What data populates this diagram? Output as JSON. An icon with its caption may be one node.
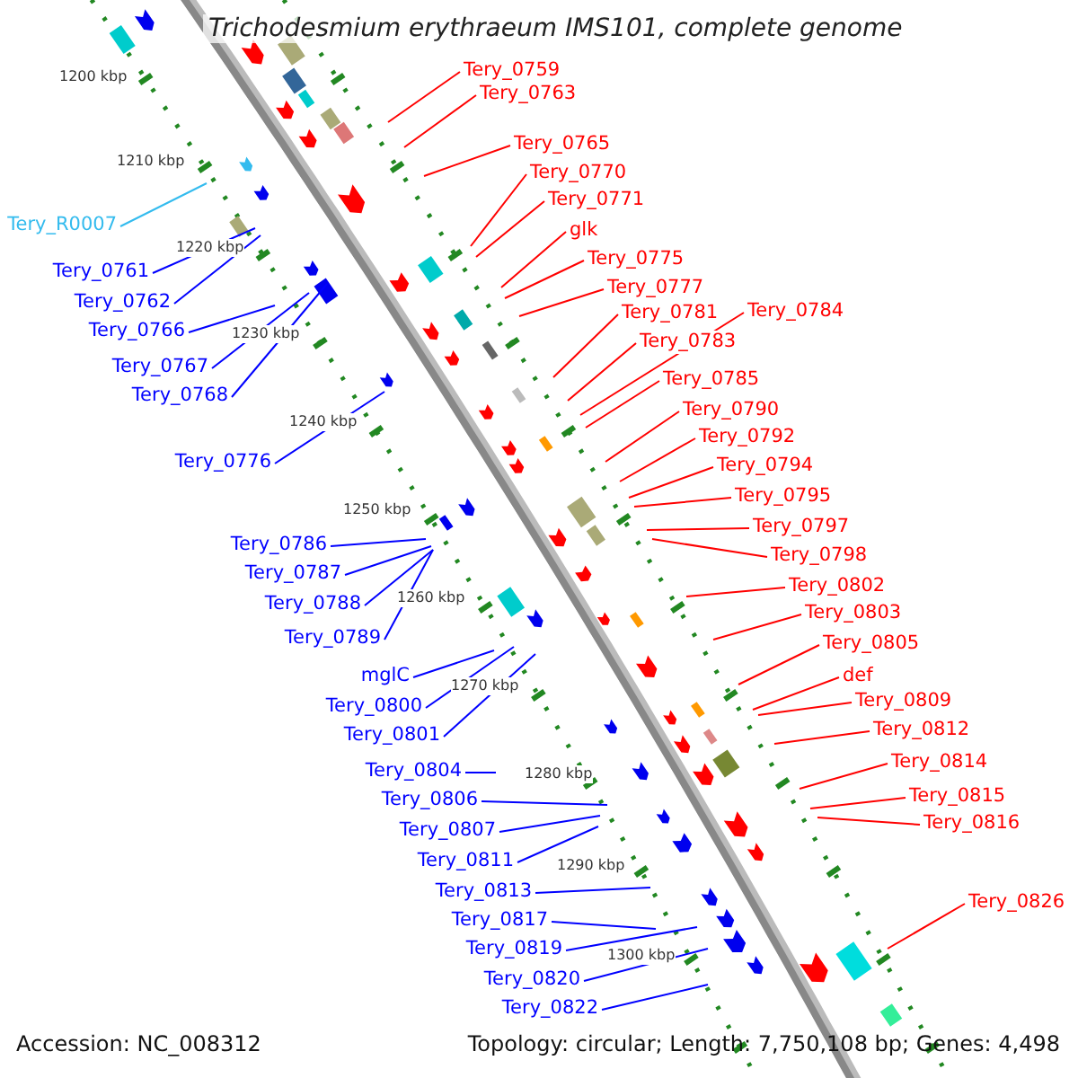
{
  "diagram": {
    "title": "Trichodesmium erythraeum IMS101, complete genome",
    "nodes": [
      {
        "text": [
          "Tery_0759"
        ]
      },
      {
        "text": [
          "Tery_0763"
        ]
      },
      {
        "text": [
          "Tery_0765"
        ]
      },
      {
        "text": [
          "Tery_0770"
        ]
      },
      {
        "text": [
          "Tery_0771"
        ]
      },
      {
        "text": [
          "Tery_R0007"
        ]
      },
      {
        "text": [
          "glk"
        ]
      },
      {
        "text": [
          "Tery_0775"
        ]
      },
      {
        "text": [
          "Tery_0761"
        ]
      },
      {
        "text": [
          "Tery_0777"
        ]
      },
      {
        "text": [
          "Tery_0762"
        ]
      },
      {
        "text": [
          "Tery_0784"
        ]
      },
      {
        "text": [
          "Tery_0781"
        ]
      },
      {
        "text": [
          "Tery_0766"
        ]
      },
      {
        "text": [
          "Tery_0783"
        ]
      },
      {
        "text": [
          "Tery_0767"
        ]
      },
      {
        "text": [
          "Tery_0785"
        ]
      },
      {
        "text": [
          "Tery_0768"
        ]
      },
      {
        "text": [
          "Tery_0790"
        ]
      },
      {
        "text": [
          "Tery_0792"
        ]
      },
      {
        "text": [
          "Tery_0776"
        ]
      },
      {
        "text": [
          "Tery_0794"
        ]
      },
      {
        "text": [
          "Tery_0795"
        ]
      },
      {
        "text": [
          "Tery_0797"
        ]
      },
      {
        "text": [
          "Tery_0786"
        ]
      },
      {
        "text": [
          "Tery_0798"
        ]
      },
      {
        "text": [
          "Tery_0787"
        ]
      },
      {
        "text": [
          "Tery_0802"
        ]
      },
      {
        "text": [
          "Tery_0788"
        ]
      },
      {
        "text": [
          "Tery_0803"
        ]
      },
      {
        "text": [
          "Tery_0789"
        ]
      },
      {
        "text": [
          "Tery_0805"
        ]
      },
      {
        "text": [
          "def"
        ]
      },
      {
        "text": [
          "mglC"
        ]
      },
      {
        "text": [
          "Tery_0809"
        ]
      },
      {
        "text": [
          "Tery_0800"
        ]
      },
      {
        "text": [
          "Tery_0812"
        ]
      },
      {
        "text": [
          "Tery_0801"
        ]
      },
      {
        "text": [
          "Tery_0814"
        ]
      },
      {
        "text": [
          "Tery_0804"
        ]
      },
      {
        "text": [
          "Tery_0815"
        ]
      },
      {
        "text": [
          "Tery_0806"
        ]
      },
      {
        "text": [
          "Tery_0816"
        ]
      },
      {
        "text": [
          "Tery_0807"
        ]
      },
      {
        "text": [
          "Tery_0811"
        ]
      },
      {
        "text": [
          "Tery_0813"
        ]
      },
      {
        "text": [
          "Tery_0826"
        ]
      },
      {
        "text": [
          "Tery_0817"
        ]
      },
      {
        "text": [
          "Tery_0819"
        ]
      },
      {
        "text": [
          "Tery_0820"
        ]
      },
      {
        "text": [
          "Tery_0822"
        ]
      }
    ],
    "edges": [
      {
        "from": 0,
        "to": null,
        "arrow": "none"
      },
      {
        "from": 1,
        "to": null,
        "arrow": "none"
      },
      {
        "from": 2,
        "to": null,
        "arrow": "none"
      },
      {
        "from": 3,
        "to": null,
        "arrow": "none"
      },
      {
        "from": 4,
        "to": null,
        "arrow": "none"
      },
      {
        "from": 5,
        "to": null,
        "arrow": "none",
        "color": "#33bbee"
      },
      {
        "from": 6,
        "to": null,
        "arrow": "none"
      },
      {
        "from": 7,
        "to": null,
        "arrow": "none"
      },
      {
        "from": 8,
        "to": null,
        "arrow": "none",
        "color": "#0000ff"
      },
      {
        "from": 9,
        "to": null,
        "arrow": "none"
      },
      {
        "from": 10,
        "to": null,
        "arrow": "none",
        "color": "#0000ff"
      },
      {
        "from": 11,
        "to": null,
        "arrow": "none"
      },
      {
        "from": 12,
        "to": null,
        "arrow": "none"
      },
      {
        "from": 13,
        "to": null,
        "arrow": "none",
        "color": "#0000ff"
      },
      {
        "from": 14,
        "to": null,
        "arrow": "none"
      },
      {
        "from": 15,
        "to": null,
        "arrow": "none",
        "color": "#0000ff"
      },
      {
        "from": 16,
        "to": null,
        "arrow": "none"
      },
      {
        "from": 17,
        "to": null,
        "arrow": "none",
        "color": "#0000ff"
      },
      {
        "from": 18,
        "to": null,
        "arrow": "none"
      },
      {
        "from": 19,
        "to": null,
        "arrow": "none"
      },
      {
        "from": 20,
        "to": null,
        "arrow": "none",
        "color": "#0000ff"
      },
      {
        "from": 21,
        "to": null,
        "arrow": "none"
      },
      {
        "from": 22,
        "to": null,
        "arrow": "none"
      },
      {
        "from": 23,
        "to": null,
        "arrow": "none"
      },
      {
        "from": 24,
        "to": null,
        "arrow": "none",
        "color": "#0000ff"
      },
      {
        "from": 25,
        "to": null,
        "arrow": "none"
      },
      {
        "from": 26,
        "to": null,
        "arrow": "none",
        "color": "#0000ff"
      },
      {
        "from": 27,
        "to": null,
        "arrow": "none"
      },
      {
        "from": 28,
        "to": null,
        "arrow": "none",
        "color": "#0000ff"
      },
      {
        "from": 29,
        "to": null,
        "arrow": "none"
      },
      {
        "from": 30,
        "to": null,
        "arrow": "none",
        "color": "#0000ff"
      },
      {
        "from": 31,
        "to": null,
        "arrow": "none"
      },
      {
        "from": 32,
        "to": null,
        "arrow": "none"
      },
      {
        "from": 33,
        "to": null,
        "arrow": "none",
        "color": "#0000ff"
      },
      {
        "from": 34,
        "to": null,
        "arrow": "none"
      },
      {
        "from": 35,
        "to": null,
        "arrow": "none",
        "color": "#0000ff"
      },
      {
        "from": 36,
        "to": null,
        "arrow": "none"
      },
      {
        "from": 37,
        "to": null,
        "arrow": "none",
        "color": "#0000ff"
      },
      {
        "from": 38,
        "to": null,
        "arrow": "none"
      },
      {
        "from": 39,
        "to": null,
        "arrow": "none",
        "color": "#0000ff"
      },
      {
        "from": 40,
        "to": null,
        "arrow": "none"
      },
      {
        "from": 41,
        "to": null,
        "arrow": "none",
        "color": "#0000ff"
      },
      {
        "from": 42,
        "to": null,
        "arrow": "none"
      },
      {
        "from": 43,
        "to": null,
        "arrow": "none",
        "color": "#0000ff"
      },
      {
        "from": 44,
        "to": null,
        "arrow": "none",
        "color": "#0000ff"
      },
      {
        "from": 45,
        "to": null,
        "arrow": "none",
        "color": "#0000ff"
      },
      {
        "from": 46,
        "to": null,
        "arrow": "none"
      },
      {
        "from": 47,
        "to": null,
        "arrow": "none",
        "color": "#0000ff"
      },
      {
        "from": 48,
        "to": null,
        "arrow": "none",
        "color": "#0000ff"
      },
      {
        "from": 49,
        "to": null,
        "arrow": "none",
        "color": "#0000ff"
      },
      {
        "from": 50,
        "to": null,
        "arrow": "none",
        "color": "#0000ff"
      }
    ],
    "labels": [
      "1200 kbp",
      "1210 kbp",
      "1220 kbp",
      "1230 kbp",
      "1240 kbp",
      "1250 kbp",
      "1260 kbp",
      "1270 kbp",
      "1280 kbp",
      "1290 kbp",
      "1300 kbp",
      "Accession: NC_008312",
      "Topology: circular; Length: 7,750,108 bp; Genes: 4,498"
    ]
  }
}
